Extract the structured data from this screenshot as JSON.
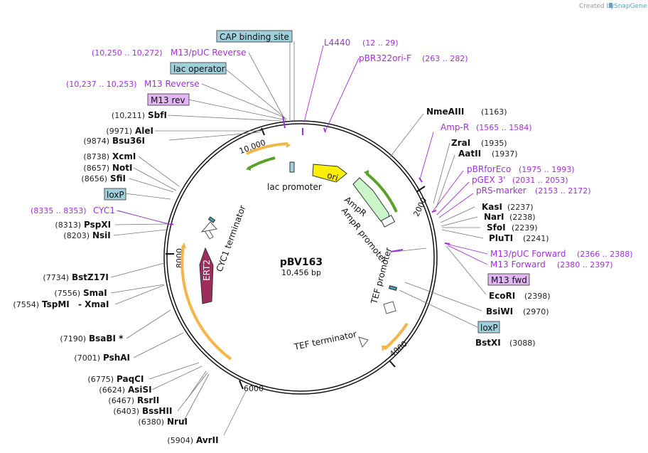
{
  "credit": {
    "text": "Created by",
    "brand": "SnapGene"
  },
  "plasmid": {
    "name": "pBV163",
    "length": "10,456 bp"
  },
  "ruler": [
    "10,000",
    "2000",
    "4000",
    "6000",
    "8000"
  ],
  "boxed_labels": {
    "cap": "CAP binding site",
    "lac_operator": "lac operator",
    "m13_rev": "M13 rev",
    "loxp_left": "loxP",
    "m13_fwd": "M13 fwd",
    "loxp_right": "loxP"
  },
  "primers": [
    {
      "name": "L4440",
      "range": "(12 .. 29)"
    },
    {
      "name": "pBR322ori-F",
      "range": "(263 .. 282)"
    },
    {
      "name": "M13/pUC Reverse",
      "range": "(10,250 .. 10,272)"
    },
    {
      "name": "M13 Reverse",
      "range": "(10,237 .. 10,253)"
    },
    {
      "name": "Amp-R",
      "range": "(1565 .. 1584)"
    },
    {
      "name": "pBRforEco",
      "range": "(1975 .. 1993)"
    },
    {
      "name": "pGEX 3'",
      "range": "(2031 .. 2053)"
    },
    {
      "name": "pRS-marker",
      "range": "(2153 .. 2172)"
    },
    {
      "name": "M13/pUC Forward",
      "range": "(2366 .. 2388)"
    },
    {
      "name": "M13 Forward",
      "range": "(2380 .. 2397)"
    },
    {
      "name": "CYC1",
      "range": "(8335 .. 8353)"
    }
  ],
  "enzymes_right": [
    {
      "name": "NmeAIII",
      "pos": "(1163)"
    },
    {
      "name": "ZraI",
      "pos": "(1935)"
    },
    {
      "name": "AatII",
      "pos": "(1937)"
    },
    {
      "name": "KasI",
      "pos": "(2237)"
    },
    {
      "name": "NarI",
      "pos": "(2238)"
    },
    {
      "name": "SfoI",
      "pos": "(2239)"
    },
    {
      "name": "PluTI",
      "pos": "(2241)"
    },
    {
      "name": "EcoRI",
      "pos": "(2398)"
    },
    {
      "name": "BsiWI",
      "pos": "(2970)"
    },
    {
      "name": "BstXI",
      "pos": "(3088)"
    }
  ],
  "enzymes_left": [
    {
      "name": "SbfI",
      "pos": "(10,211)"
    },
    {
      "name": "AleI",
      "pos": "(9971)"
    },
    {
      "name": "Bsu36I",
      "pos": "(9874)"
    },
    {
      "name": "XcmI",
      "pos": "(8738)"
    },
    {
      "name": "NotI",
      "pos": "(8657)"
    },
    {
      "name": "SfiI",
      "pos": "(8656)"
    },
    {
      "name": "PspXI",
      "pos": "(8313)"
    },
    {
      "name": "NsiI",
      "pos": "(8203)"
    },
    {
      "name": "BstZ17I",
      "pos": "(7734)"
    },
    {
      "name": "SmaI",
      "pos": "(7556)"
    },
    {
      "name": "TspMI",
      "pos": "(7554)",
      "extra": "- XmaI"
    },
    {
      "name": "BsaBI *",
      "pos": "(7190)"
    },
    {
      "name": "PshAI",
      "pos": "(7001)"
    },
    {
      "name": "PaqCI",
      "pos": "(6775)"
    },
    {
      "name": "AsiSI",
      "pos": "(6624)"
    },
    {
      "name": "RsrII",
      "pos": "(6467)"
    },
    {
      "name": "BssHII",
      "pos": "(6403)"
    },
    {
      "name": "NruI",
      "pos": "(6380)"
    },
    {
      "name": "AvrII",
      "pos": "(5904)"
    }
  ],
  "features": {
    "ori": "ori",
    "ampr": "AmpR",
    "ampr_promoter": "AmpR promoter",
    "lac_promoter": "lac promoter",
    "tef_promoter": "TEF promoter",
    "tef_terminator": "TEF terminator",
    "cyc1_terminator": "CYC1 terminator",
    "ert2": "ERT2"
  },
  "colors": {
    "primer": "#a12fd6",
    "boxed_feature": "#9fd0dc",
    "primer_box": "#e2b5f5",
    "ori": "#ffee00",
    "ampr": "#c9f5c9",
    "ert2": "#9c2d5c",
    "orange_arc": "#f4b54a",
    "green_arc": "#5aa12a"
  }
}
